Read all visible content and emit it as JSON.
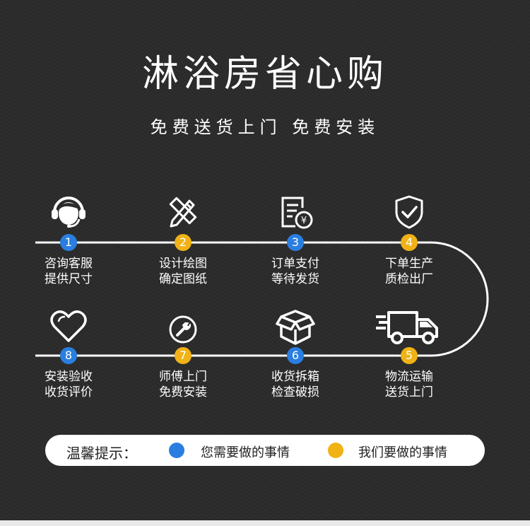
{
  "header": {
    "title": "淋浴房省心购",
    "subtitle": "免费送货上门 免费安装"
  },
  "steps": [
    {
      "num": "1",
      "line1": "咨询客服",
      "line2": "提供尺寸",
      "party": "customer",
      "icon": "customer-service-headset-icon"
    },
    {
      "num": "2",
      "line1": "设计绘图",
      "line2": "确定图纸",
      "party": "us",
      "icon": "pencil-ruler-icon"
    },
    {
      "num": "3",
      "line1": "订单支付",
      "line2": "等待发货",
      "party": "customer",
      "icon": "invoice-yen-icon"
    },
    {
      "num": "4",
      "line1": "下单生产",
      "line2": "质检出厂",
      "party": "us",
      "icon": "shield-check-icon"
    },
    {
      "num": "5",
      "line1": "物流运输",
      "line2": "送货上门",
      "party": "us",
      "icon": "delivery-truck-icon"
    },
    {
      "num": "6",
      "line1": "收货拆箱",
      "line2": "检查破损",
      "party": "customer",
      "icon": "open-box-icon"
    },
    {
      "num": "7",
      "line1": "师傅上门",
      "line2": "免费安装",
      "party": "us",
      "icon": "wrench-icon"
    },
    {
      "num": "8",
      "line1": "安装验收",
      "line2": "收货评价",
      "party": "customer",
      "icon": "heart-icon"
    }
  ],
  "tip": {
    "label": "温馨提示：",
    "customer_text": "您需要做的事情",
    "us_text": "我们要做的事情"
  },
  "colors": {
    "customer": "#2a7ee0",
    "us": "#f0b215",
    "background": "#2a2a2a"
  }
}
